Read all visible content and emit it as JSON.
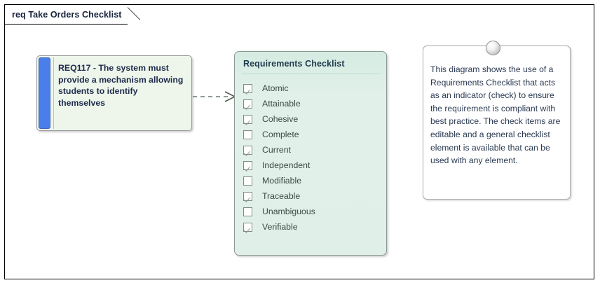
{
  "diagram": {
    "frame_title": "req Take Orders Checklist",
    "frame_title_prefix": "req",
    "frame_title_name": "Take Orders Checklist"
  },
  "requirement": {
    "text": "REQ117 - The system must provide a mechanism allowing students to identify themselves",
    "id": "REQ117",
    "accent_color": "#4a7ee8",
    "fill_color": "#eef6ec"
  },
  "connector": {
    "type": "dependency",
    "style": "dashed-open-arrow",
    "color": "#6b7a72"
  },
  "checklist": {
    "title": "Requirements Checklist",
    "fill_color": "#e0efe8",
    "items": [
      {
        "label": "Atomic",
        "checked": true
      },
      {
        "label": "Attainable",
        "checked": true
      },
      {
        "label": "Cohesive",
        "checked": true
      },
      {
        "label": "Complete",
        "checked": false
      },
      {
        "label": "Current",
        "checked": true
      },
      {
        "label": "Independent",
        "checked": true
      },
      {
        "label": "Modifiable",
        "checked": false
      },
      {
        "label": "Traceable",
        "checked": true
      },
      {
        "label": "Unambiguous",
        "checked": false
      },
      {
        "label": "Verifiable",
        "checked": true
      }
    ]
  },
  "note": {
    "text": "This diagram shows the use of a Requirements Checklist that acts as an indicator (check) to ensure the requirement is compliant with best practice. The check items are editable and a general checklist element is available that can be used with any element.",
    "anchor_icon": "circle-handle-icon"
  }
}
